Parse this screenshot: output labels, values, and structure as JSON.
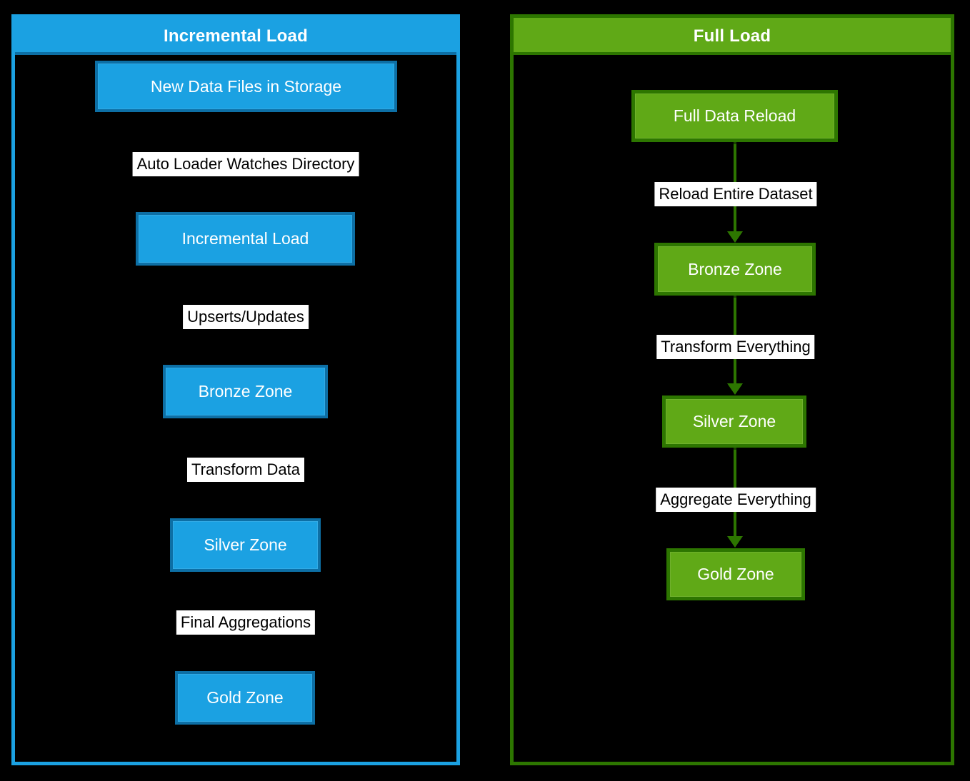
{
  "diagram": {
    "title": "Incremental Load vs Full Load data pipeline comparison",
    "background_color": "#000000",
    "panels": [
      {
        "id": "incremental",
        "header": "Incremental Load",
        "accent_color": "#1ba1e2",
        "border_color": "#0d6fa5",
        "nodes": [
          {
            "id": "new-data-files",
            "label": "New Data Files in Storage"
          },
          {
            "id": "incremental-load",
            "label": "Incremental Load"
          },
          {
            "id": "bronze-zone",
            "label": "Bronze Zone"
          },
          {
            "id": "silver-zone",
            "label": "Silver Zone"
          },
          {
            "id": "gold-zone",
            "label": "Gold Zone"
          }
        ],
        "edges": [
          {
            "from": "new-data-files",
            "to": "incremental-load",
            "label": "Auto Loader Watches Directory"
          },
          {
            "from": "incremental-load",
            "to": "bronze-zone",
            "label": "Upserts/Updates"
          },
          {
            "from": "bronze-zone",
            "to": "silver-zone",
            "label": "Transform Data"
          },
          {
            "from": "silver-zone",
            "to": "gold-zone",
            "label": "Final Aggregations"
          }
        ]
      },
      {
        "id": "full",
        "header": "Full Load",
        "accent_color": "#60a917",
        "border_color": "#2d7600",
        "nodes": [
          {
            "id": "full-data-reload",
            "label": "Full Data Reload"
          },
          {
            "id": "bronze-zone",
            "label": "Bronze Zone"
          },
          {
            "id": "silver-zone",
            "label": "Silver Zone"
          },
          {
            "id": "gold-zone",
            "label": "Gold Zone"
          }
        ],
        "edges": [
          {
            "from": "full-data-reload",
            "to": "bronze-zone",
            "label": "Reload Entire Dataset"
          },
          {
            "from": "bronze-zone",
            "to": "silver-zone",
            "label": "Transform Everything"
          },
          {
            "from": "silver-zone",
            "to": "gold-zone",
            "label": "Aggregate Everything"
          }
        ]
      }
    ]
  }
}
